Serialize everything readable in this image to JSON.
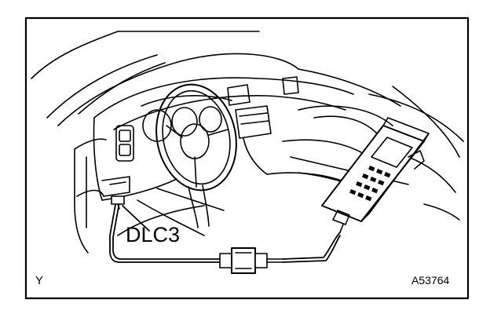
{
  "labels": {
    "connector": "DLC3",
    "corner_mark": "Y",
    "figure_code": "A53764"
  },
  "colors": {
    "line": "#000000",
    "background": "#ffffff"
  },
  "icons": {
    "scan_tool": "handheld-tester-icon",
    "connector": "dlc3-connector-icon",
    "adapter": "cable-adapter-icon"
  }
}
